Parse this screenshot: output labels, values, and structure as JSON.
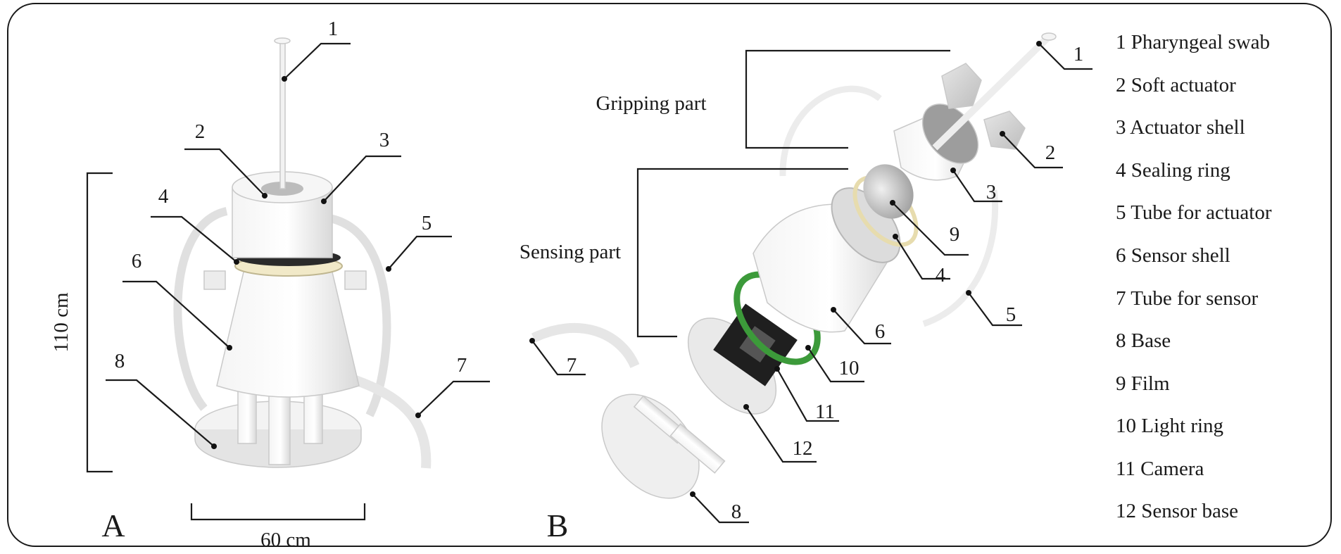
{
  "panels": {
    "a": "A",
    "b": "B"
  },
  "dimensions": {
    "height": "110 cm",
    "width": "60 cm"
  },
  "groups": {
    "gripping": "Gripping part",
    "sensing": "Sensing part"
  },
  "callouts_a": [
    "1",
    "2",
    "3",
    "4",
    "5",
    "6",
    "7",
    "8"
  ],
  "callouts_b": [
    "1",
    "2",
    "3",
    "4",
    "5",
    "6",
    "7",
    "8",
    "9",
    "10",
    "11",
    "12"
  ],
  "legend": [
    "1 Pharyngeal swab",
    "2 Soft actuator",
    "3 Actuator shell",
    "4 Sealing ring",
    "5 Tube for actuator",
    "6 Sensor shell",
    "7 Tube for sensor",
    "8 Base",
    "9 Film",
    "10 Light ring",
    "11 Camera",
    "12 Sensor base"
  ]
}
